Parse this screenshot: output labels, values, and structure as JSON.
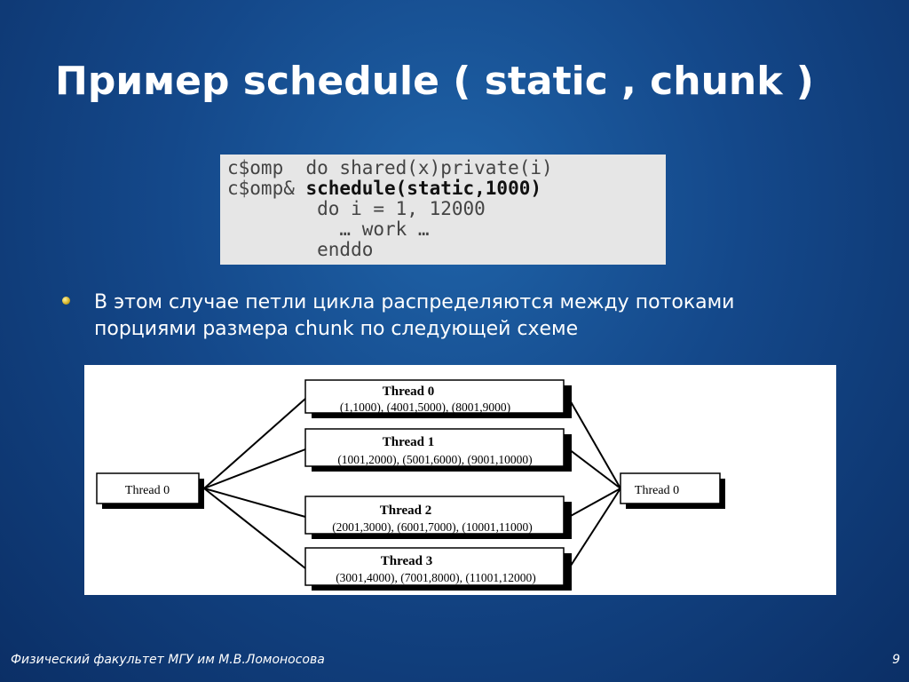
{
  "slide": {
    "title": "Пример schedule ( static , chunk )",
    "bullet": "В этом случае петли цикла распределяются между потоками порциями размера chunk по следующей схеме",
    "footer": "Физический факультет МГУ им М.В.Ломоносова",
    "page_number": "9"
  },
  "code": {
    "line1": "c$omp  do shared(x)private(i)",
    "line2_prefix": "c$omp&",
    "line2_bold": " schedule(static,1000)",
    "line3": "        do i = 1, 12000",
    "line4": "          … work …",
    "line5": "        enddo"
  },
  "diagram": {
    "start_label": "Thread 0",
    "end_label": "Thread 0",
    "threads": [
      {
        "name": "Thread 0",
        "ranges": "(1,1000), (4001,5000), (8001,9000)"
      },
      {
        "name": "Thread 1",
        "ranges": "(1001,2000), (5001,6000), (9001,10000)"
      },
      {
        "name": "Thread 2",
        "ranges": "(2001,3000), (6001,7000), (10001,11000)"
      },
      {
        "name": "Thread 3",
        "ranges": "(3001,4000), (7001,8000), (11001,12000)"
      }
    ]
  }
}
